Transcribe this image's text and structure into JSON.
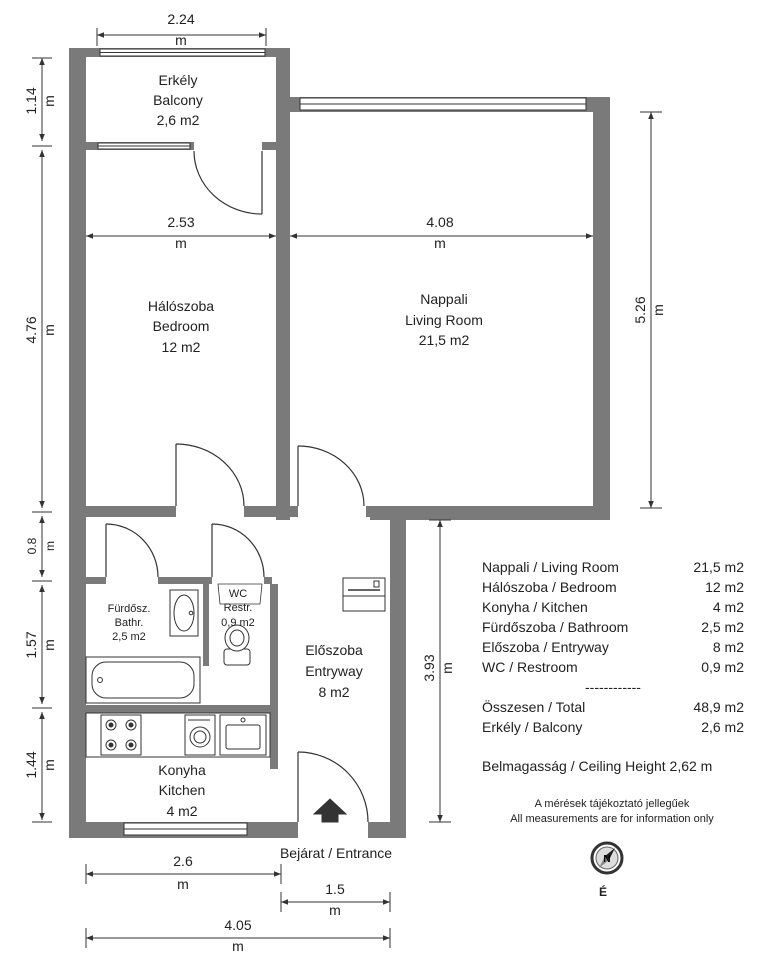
{
  "rooms": {
    "balcony": {
      "name_hu": "Erkély",
      "name_en": "Balcony",
      "area": "2,6 m2"
    },
    "bedroom": {
      "name_hu": "Hálószoba",
      "name_en": "Bedroom",
      "area": "12 m2"
    },
    "living": {
      "name_hu": "Nappali",
      "name_en": "Living Room",
      "area": "21,5 m2"
    },
    "bathroom": {
      "name_hu": "Fürdősz.",
      "name_en": "Bathr.",
      "area": "2,5 m2"
    },
    "wc": {
      "name_hu": "WC",
      "name_en": "Restr.",
      "area": "0,9 m2"
    },
    "entryway": {
      "name_hu": "Előszoba",
      "name_en": "Entryway",
      "area": "8 m2"
    },
    "kitchen": {
      "name_hu": "Konyha",
      "name_en": "Kitchen",
      "area": "4 m2"
    }
  },
  "entrance_label": "Bejárat / Entrance",
  "dimensions": {
    "balcony_width": {
      "value": "2.24",
      "unit": "m"
    },
    "bedroom_width": {
      "value": "2.53",
      "unit": "m"
    },
    "living_width": {
      "value": "4.08",
      "unit": "m"
    },
    "balcony_depth": {
      "value": "1.14",
      "unit": "m"
    },
    "bedroom_depth": {
      "value": "4.76",
      "unit": "m"
    },
    "hall_gap": {
      "value": "0.8",
      "unit": "m"
    },
    "bath_depth": {
      "value": "1.57",
      "unit": "m"
    },
    "kitchen_depth": {
      "value": "1.44",
      "unit": "m"
    },
    "living_depth": {
      "value": "5.26",
      "unit": "m"
    },
    "entry_depth": {
      "value": "3.93",
      "unit": "m"
    },
    "kitchen_width": {
      "value": "2.6",
      "unit": "m"
    },
    "entry_width": {
      "value": "1.5",
      "unit": "m"
    },
    "total_width": {
      "value": "4.05",
      "unit": "m"
    }
  },
  "legend": {
    "rows": [
      {
        "label": "Nappali / Living Room",
        "value": "21,5 m2"
      },
      {
        "label": "Hálószoba / Bedroom",
        "value": "12 m2"
      },
      {
        "label": "Konyha / Kitchen",
        "value": "4 m2"
      },
      {
        "label": "Fürdőszoba / Bathroom",
        "value": "2,5 m2"
      },
      {
        "label": "Előszoba / Entryway",
        "value": "8 m2"
      },
      {
        "label": "WC / Restroom",
        "value": "0,9 m2"
      }
    ],
    "separator": "------------",
    "totals": [
      {
        "label": "Összesen / Total",
        "value": "48,9 m2"
      },
      {
        "label": "Erkély / Balcony",
        "value": "2,6 m2"
      }
    ],
    "ceiling": "Belmagasság / Ceiling Height 2,62 m"
  },
  "note": {
    "line_hu": "A mérések tájékoztató jellegűek",
    "line_en": "All measurements are for information only"
  },
  "compass": {
    "north_letter": "N",
    "south_letter": "É"
  },
  "colors": {
    "wall": "#7a7a7a",
    "line": "#333333"
  }
}
